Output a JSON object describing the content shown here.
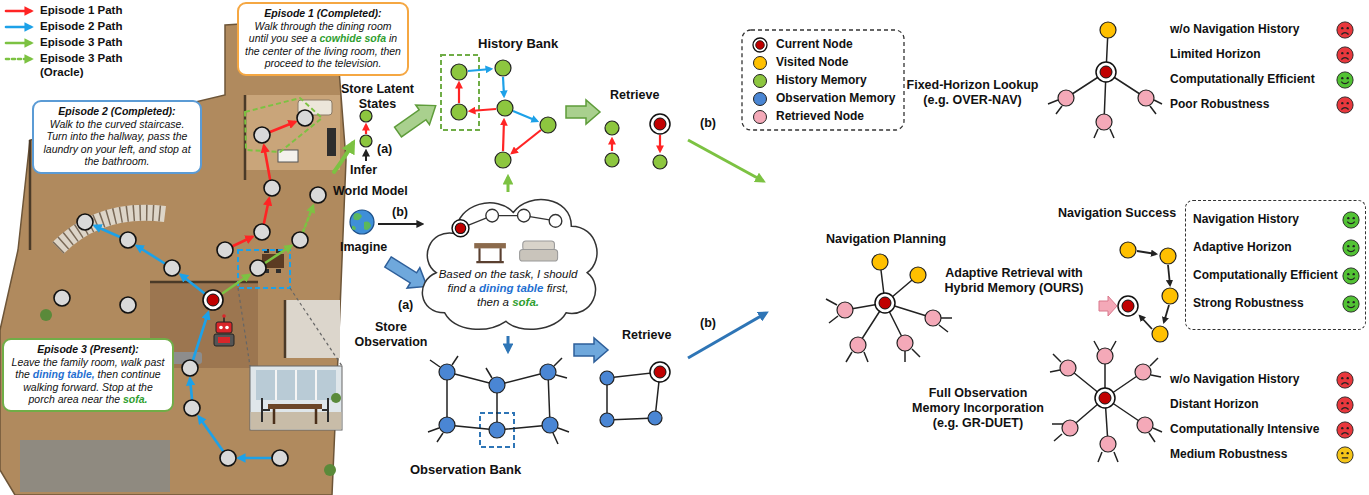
{
  "diagram": {
    "nodes": [
      {
        "text": [
          "Episode 1 (Completed):",
          "Walk through the dining room until you see a",
          "cowhide sofa",
          "in the center of the living room, then proceed to the television."
        ]
      },
      {
        "text": [
          "Episode 2 (Completed):",
          "Walk to the curved staircase. Turn into the hallway, pass the laundry on your left, and stop at the bathroom."
        ]
      },
      {
        "text": [
          "Episode 3 (Present):",
          "Leave the family room, walk past the",
          "dining table,",
          "then continue walking forward. Stop at the porch area near the",
          "sofa."
        ]
      },
      {
        "text": [
          "Based on the task, I should find a",
          "dining table",
          "first, then a",
          "sofa."
        ]
      },
      {
        "text": [
          "Navigation History",
          "Adaptive Horizon",
          "Computationally Efficient",
          "Strong Robustness"
        ]
      }
    ],
    "labels": [
      "Store Latent States",
      "(a)",
      "Infer",
      "World Model",
      "(b)",
      "Imagine",
      "(a)",
      "Store Observation",
      "History Bank",
      "Retrieve",
      "(b)",
      "Observation Bank",
      "Retrieve",
      "(b)",
      "Fixed-Horizon Lookup (e.g. OVER-NAV)",
      "w/o Navigation History",
      "Limited Horizon",
      "Computationally Efficient",
      "Poor Robustness",
      "Navigation Planning",
      "Navigation Success",
      "Adaptive Retrieval with Hybrid Memory (OURS)",
      "Full Observation Memory Incorporation (e.g. GR-DUET)",
      "w/o Navigation History",
      "Distant Horizon",
      "Computationally Intensive",
      "Medium Robustness"
    ],
    "legend": [
      {
        "text": "Episode 1 Path"
      },
      {
        "text": "Episode 2 Path"
      },
      {
        "text": "Episode 3 Path"
      },
      {
        "text": "Episode 3 Path (Oracle)"
      },
      {
        "text": "Current Node",
        "color": "#c00000"
      },
      {
        "text": "Visited Node",
        "color": "#ffc000"
      },
      {
        "text": "History Memory",
        "color": "#8dc63f"
      },
      {
        "text": "Observation Memory",
        "color": "#4a86d4"
      },
      {
        "text": "Retrieved Node",
        "color": "#f4a9b8"
      }
    ]
  }
}
